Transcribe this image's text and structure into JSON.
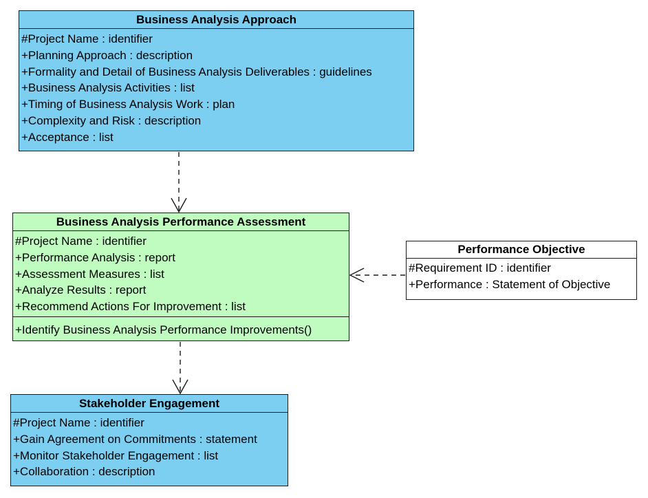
{
  "colors": {
    "blue_fill": "#7ccff1",
    "green_fill": "#c0fbc0",
    "white_fill": "#ffffff",
    "line": "#1a1a1a"
  },
  "classes": {
    "approach": {
      "title": "Business Analysis Approach",
      "attributes": [
        "#Project Name : identifier",
        "+Planning Approach : description",
        "+Formality and Detail of Business Analysis Deliverables : guidelines",
        "+Business Analysis Activities : list",
        "+Timing of Business Analysis Work : plan",
        "+Complexity and Risk : description",
        "+Acceptance : list"
      ]
    },
    "assessment": {
      "title": "Business Analysis Performance Assessment",
      "attributes": [
        "#Project Name : identifier",
        "+Performance Analysis : report",
        "+Assessment Measures : list",
        "+Analyze Results : report",
        "+Recommend Actions For Improvement : list"
      ],
      "operations": [
        "+Identify Business Analysis Performance Improvements()"
      ]
    },
    "objective": {
      "title": "Performance Objective",
      "attributes": [
        "#Requirement ID : identifier",
        "+Performance : Statement of Objective"
      ]
    },
    "engagement": {
      "title": "Stakeholder Engagement",
      "attributes": [
        "#Project Name : identifier",
        "+Gain Agreement on Commitments : statement",
        "+Monitor Stakeholder Engagement : list",
        "+Collaboration : description"
      ]
    }
  },
  "relationships": [
    {
      "type": "dependency",
      "from": "approach",
      "to": "assessment"
    },
    {
      "type": "dependency",
      "from": "assessment",
      "to": "engagement"
    },
    {
      "type": "dependency",
      "from": "objective",
      "to": "assessment"
    }
  ]
}
